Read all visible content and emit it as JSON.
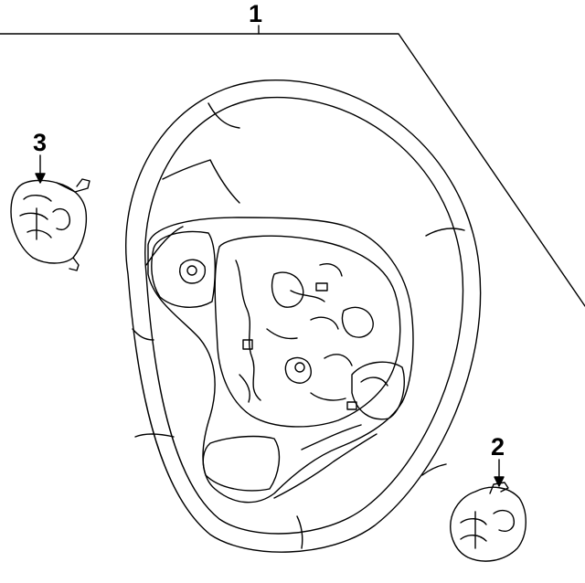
{
  "callouts": {
    "one": "1",
    "two": "2",
    "three": "3"
  },
  "parts": [
    {
      "callout": "1",
      "icon": "steering-wheel-icon"
    },
    {
      "callout": "2",
      "icon": "right-switch-icon"
    },
    {
      "callout": "3",
      "icon": "left-switch-icon"
    }
  ],
  "colors": {
    "line": "#000000",
    "background": "#ffffff"
  }
}
